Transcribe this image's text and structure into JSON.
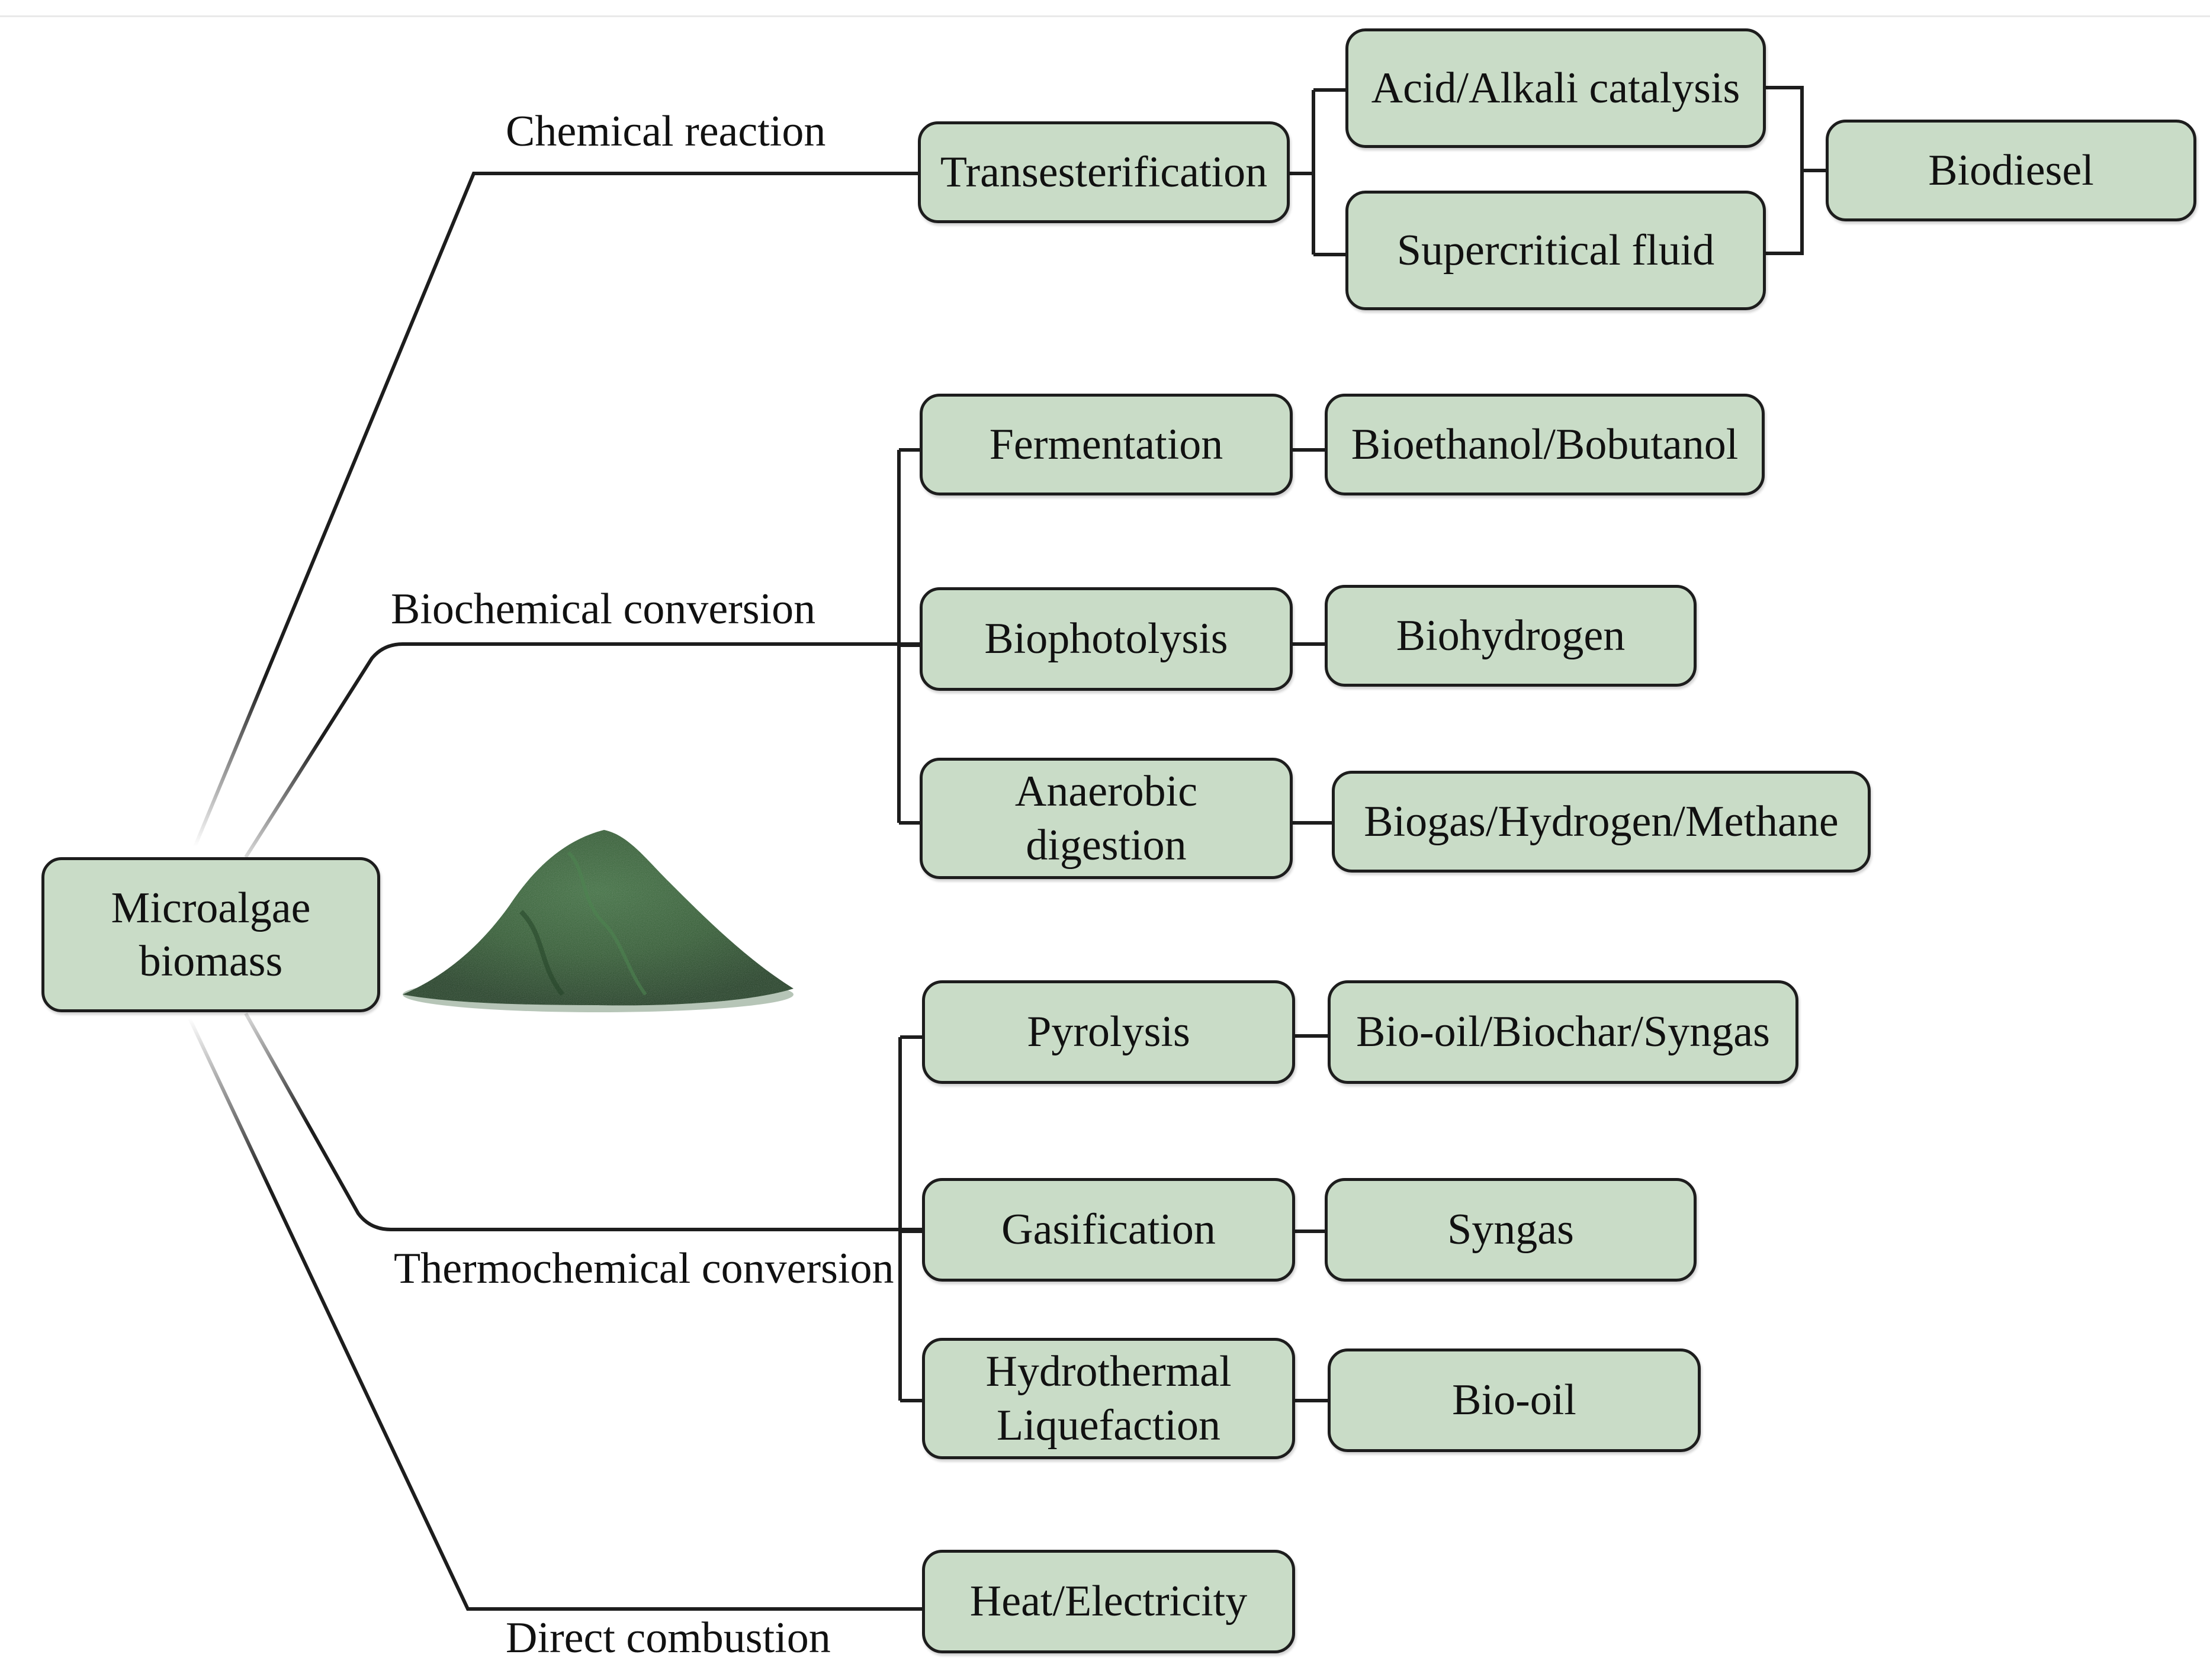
{
  "diagram": {
    "root": {
      "label": "Microalgae\nbiomass"
    },
    "routes": [
      {
        "label": "Chemical reaction"
      },
      {
        "label": "Biochemical conversion"
      },
      {
        "label": "Thermochemical conversion"
      },
      {
        "label": "Direct combustion"
      }
    ],
    "chemical": {
      "process": "Transesterification",
      "catalysts": [
        "Acid/Alkali catalysis",
        "Supercritical fluid"
      ],
      "product": "Biodiesel"
    },
    "biochemical": {
      "processes": [
        "Fermentation",
        "Biophotolysis",
        "Anaerobic\ndigestion"
      ],
      "products": [
        "Bioethanol/Bobutanol",
        "Biohydrogen",
        "Biogas/Hydrogen/Methane"
      ]
    },
    "thermochemical": {
      "processes": [
        "Pyrolysis",
        "Gasification",
        "Hydrothermal\nLiquefaction"
      ],
      "products": [
        "Bio-oil/Biochar/Syngas",
        "Syngas",
        "Bio-oil"
      ]
    },
    "combustion": {
      "product": "Heat/Electricity"
    },
    "colors": {
      "node_fill": "#c9dcc7",
      "node_border": "#1d1d1d",
      "line": "#1d1d1d",
      "powder": "#2f5a30"
    },
    "image": {
      "name": "microalgae-powder-pile"
    }
  }
}
